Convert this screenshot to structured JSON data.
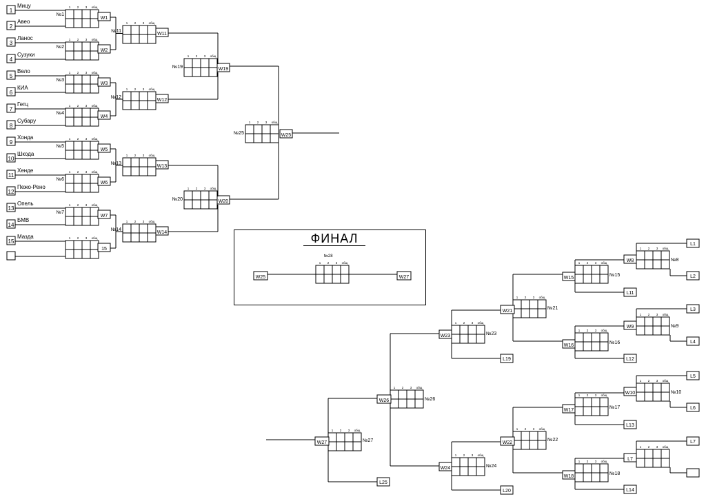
{
  "final": {
    "title": "ФИНАЛ"
  },
  "score_headers": [
    "1",
    "2",
    "3",
    "общ"
  ],
  "seeds": [
    {
      "num": "1",
      "team": "Мицу"
    },
    {
      "num": "2",
      "team": "Авео"
    },
    {
      "num": "3",
      "team": "Ланос"
    },
    {
      "num": "4",
      "team": "Сузуки"
    },
    {
      "num": "5",
      "team": "Вело"
    },
    {
      "num": "6",
      "team": "КИА"
    },
    {
      "num": "7",
      "team": "Гетц"
    },
    {
      "num": "8",
      "team": "Субару"
    },
    {
      "num": "9",
      "team": "Хонда"
    },
    {
      "num": "10",
      "team": "Шкода"
    },
    {
      "num": "11",
      "team": "Хенде"
    },
    {
      "num": "12",
      "team": "Пежо-Рено"
    },
    {
      "num": "13",
      "team": "Опель"
    },
    {
      "num": "14",
      "team": "БМВ"
    },
    {
      "num": "15",
      "team": "Мазда"
    },
    {
      "num": "",
      "team": ""
    }
  ],
  "matches": [
    {
      "id": "№1",
      "result": "W1"
    },
    {
      "id": "№2",
      "result": "W2"
    },
    {
      "id": "№3",
      "result": "W3"
    },
    {
      "id": "№4",
      "result": "W4"
    },
    {
      "id": "№5",
      "result": "W5"
    },
    {
      "id": "№6",
      "result": "W6"
    },
    {
      "id": "№7",
      "result": "W7"
    },
    {
      "id": "",
      "result": "15"
    },
    {
      "id": "№11",
      "result": "W11"
    },
    {
      "id": "№12",
      "result": "W12"
    },
    {
      "id": "№13",
      "result": "W13"
    },
    {
      "id": "№14",
      "result": "W14"
    },
    {
      "id": "№19",
      "result": "W19"
    },
    {
      "id": "№20",
      "result": "W20"
    },
    {
      "id": "№25",
      "result": "W25"
    },
    {
      "id": "№28",
      "result": ""
    },
    {
      "id": "№8",
      "result": "W8"
    },
    {
      "id": "№9",
      "result": "W9"
    },
    {
      "id": "№10",
      "result": "W10"
    },
    {
      "id": "",
      "result": "L7"
    },
    {
      "id": "№15",
      "result": "W15"
    },
    {
      "id": "№16",
      "result": "W16"
    },
    {
      "id": "№17",
      "result": "W17"
    },
    {
      "id": "№18",
      "result": "W18"
    },
    {
      "id": "№21",
      "result": "W21"
    },
    {
      "id": "№22",
      "result": "W22"
    },
    {
      "id": "№23",
      "result": "W23"
    },
    {
      "id": "№24",
      "result": "W24"
    },
    {
      "id": "№26",
      "result": "W26"
    },
    {
      "id": "№27",
      "result": "W27"
    }
  ],
  "final_entries": [
    "W25",
    "W27"
  ],
  "loser_labels": [
    "L1",
    "L2",
    "L3",
    "L4",
    "L5",
    "L6",
    "L7",
    "",
    "L11",
    "L12",
    "L13",
    "L14",
    "L19",
    "L20",
    "L25"
  ]
}
